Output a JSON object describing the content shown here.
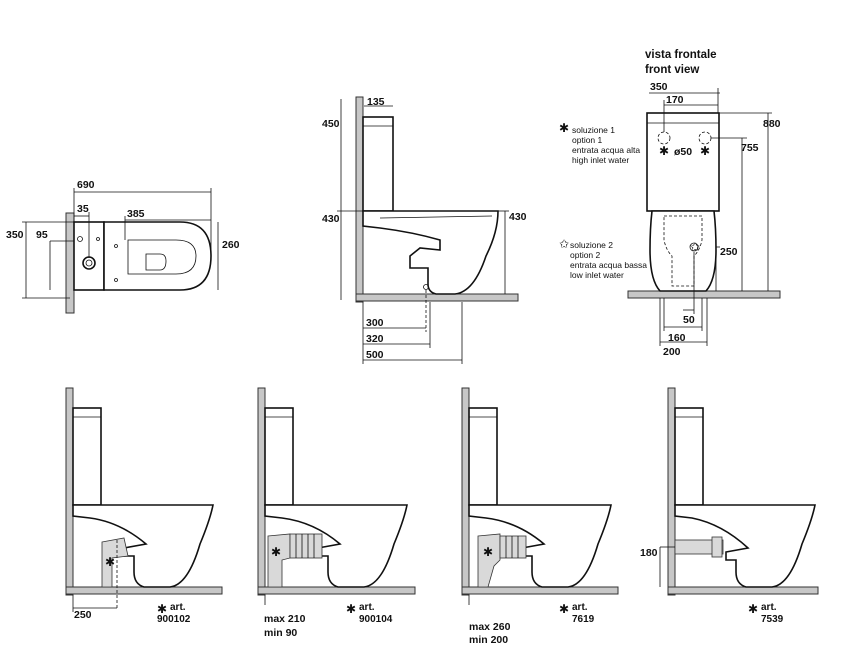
{
  "top_view": {
    "dims": {
      "d690": "690",
      "d35": "35",
      "d385": "385",
      "d350": "350",
      "d95": "95",
      "d260": "260"
    }
  },
  "side_view": {
    "dims": {
      "d135": "135",
      "d450": "450",
      "d430_left": "430",
      "d430_right": "430",
      "d300": "300",
      "d320": "320",
      "d500": "500"
    }
  },
  "front_view": {
    "title_it": "vista frontale",
    "title_en": "front view",
    "dims": {
      "d350": "350",
      "d170": "170",
      "d880": "880",
      "d755": "755",
      "d50_diameter": "ø50",
      "d250": "250",
      "d50": "50",
      "d160": "160",
      "d200": "200"
    },
    "option1": {
      "marker": "✱",
      "lines": [
        "soluzione 1",
        "option 1",
        "entrata acqua alta",
        "high inlet water"
      ]
    },
    "option2": {
      "marker": "✩",
      "lines": [
        "soluzione 2",
        "option 2",
        "entrata acqua bassa",
        "low inlet water"
      ]
    }
  },
  "variants": [
    {
      "dim_label": "250",
      "dim_extra": "",
      "art_label": "art.",
      "art_code": "900102"
    },
    {
      "dim_label": "max 210",
      "dim_extra": "min  90",
      "art_label": "art.",
      "art_code": "900104"
    },
    {
      "dim_label": "max 260",
      "dim_extra": "min  200",
      "art_label": "art.",
      "art_code": "7619"
    },
    {
      "dim_label": "180",
      "dim_extra": "",
      "art_label": "art.",
      "art_code": "7539"
    }
  ],
  "symbols": {
    "star": "✱"
  }
}
